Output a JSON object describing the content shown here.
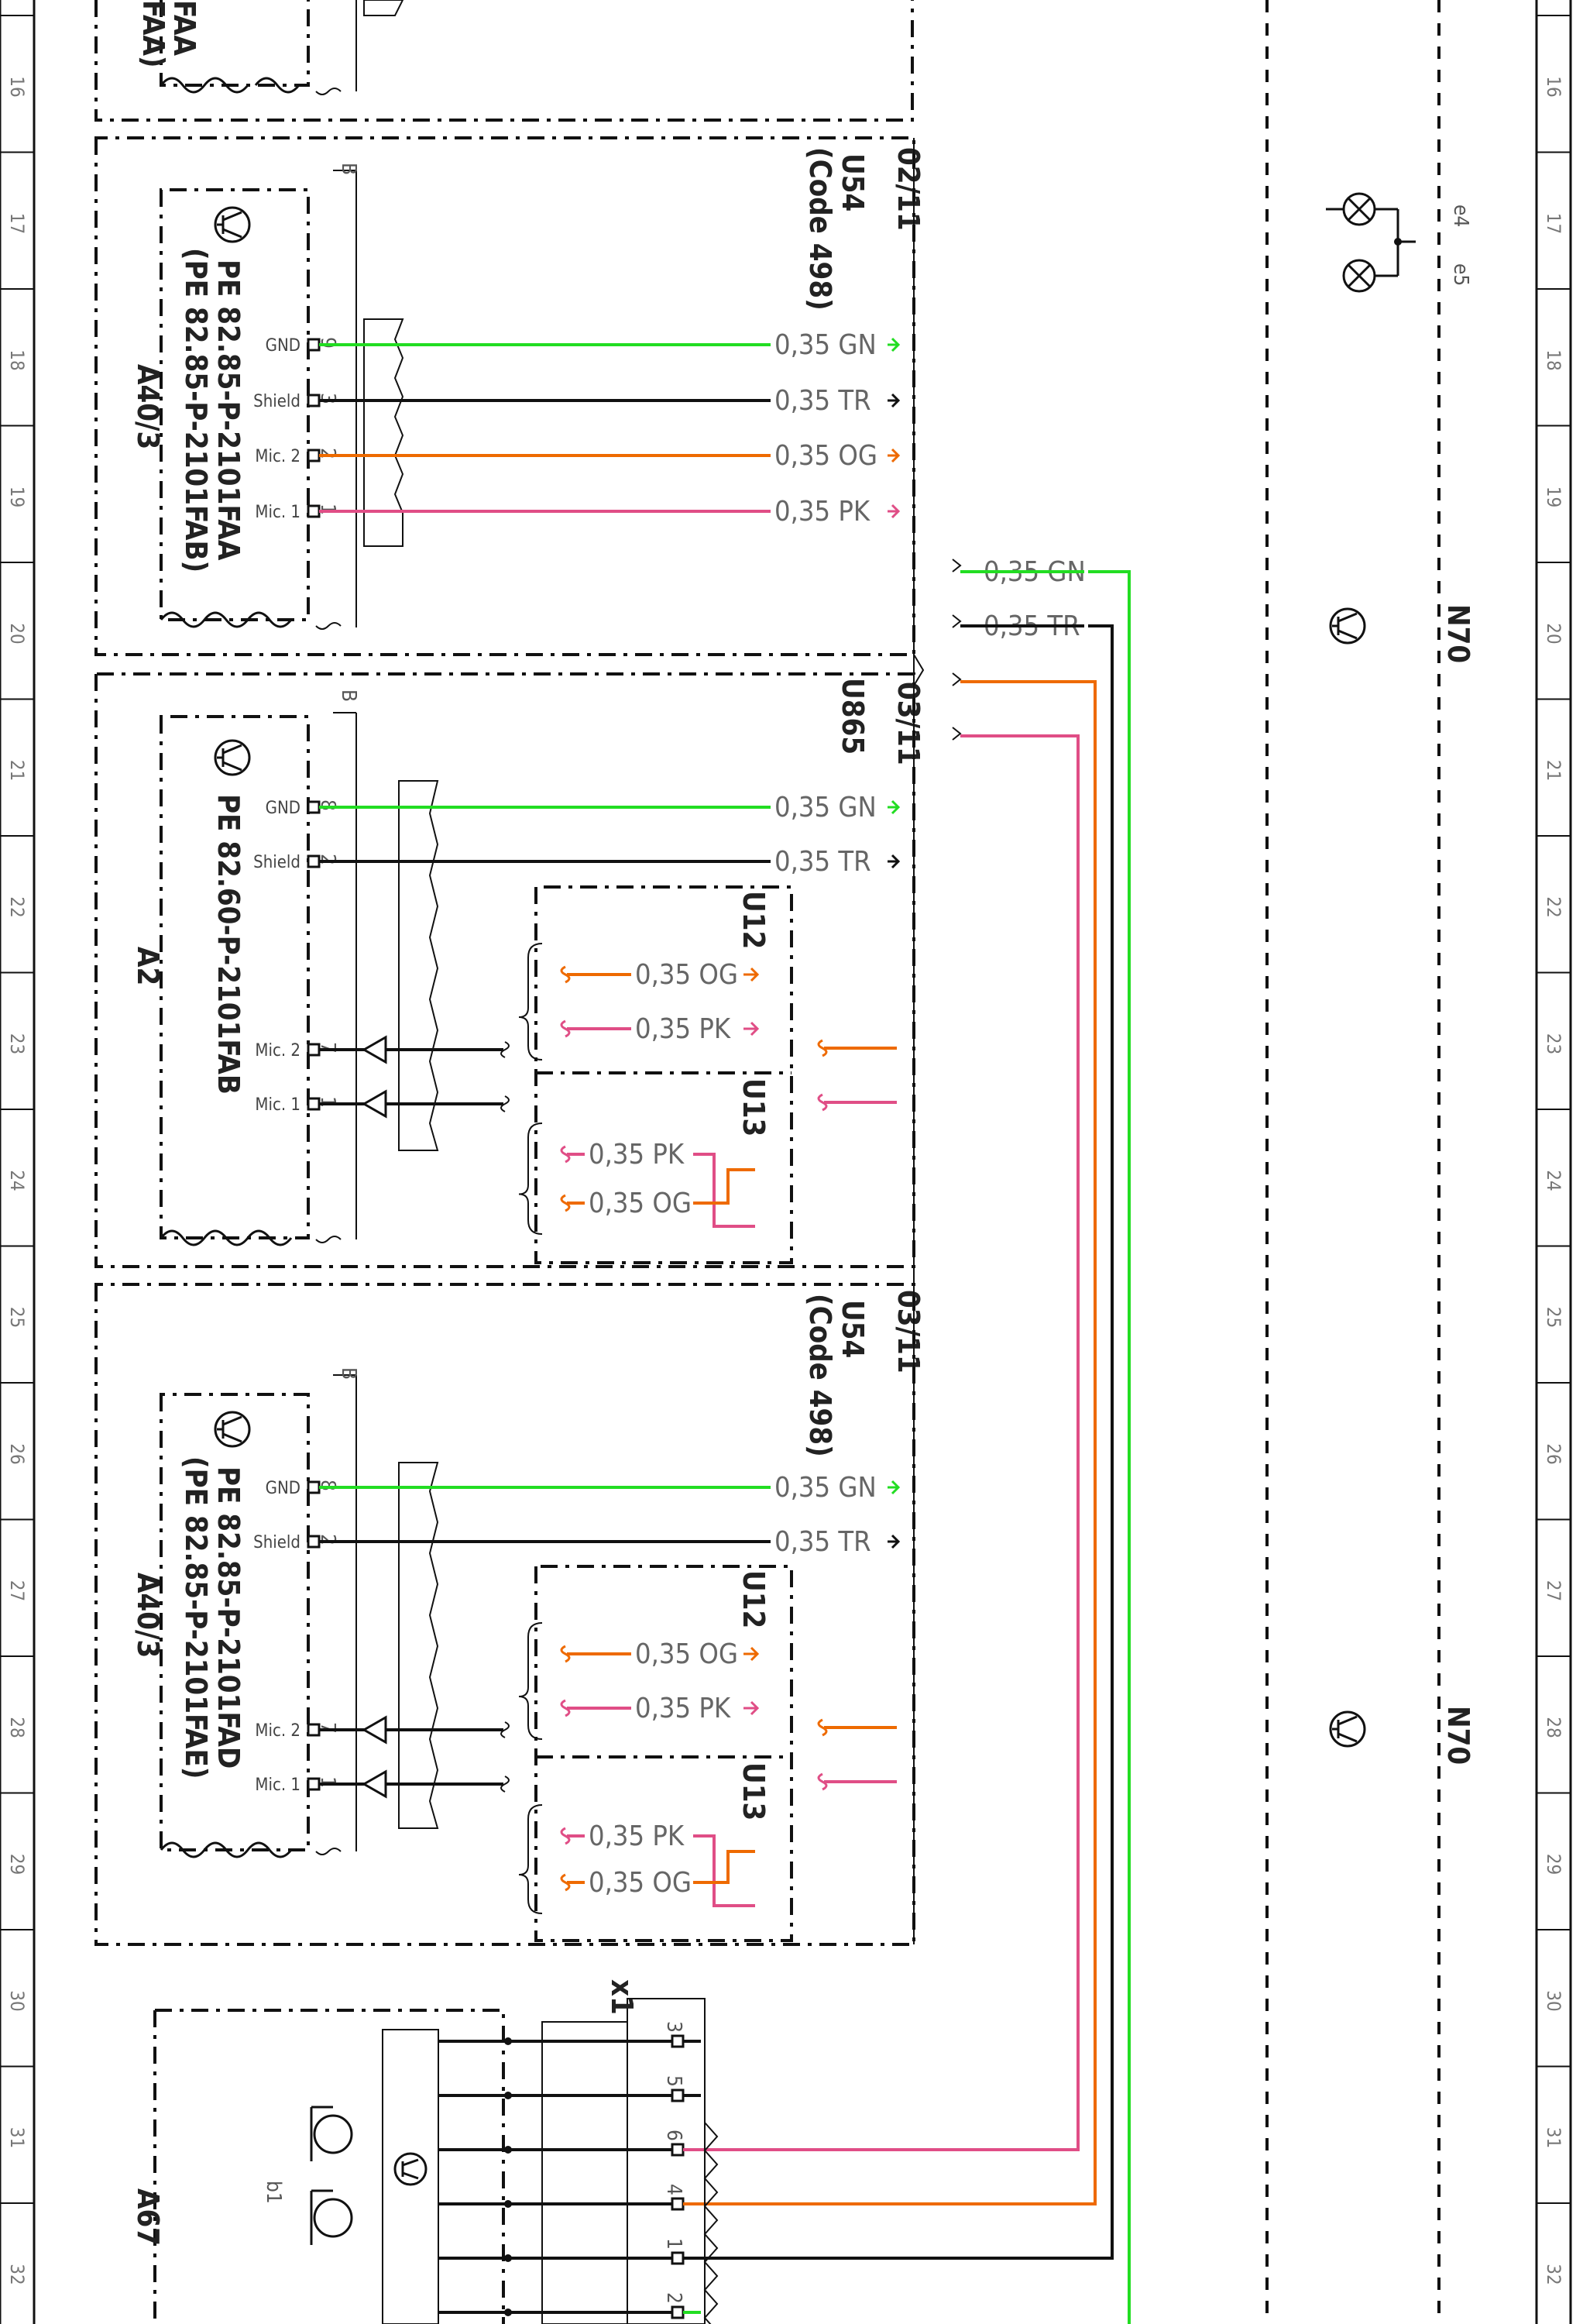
{
  "colors": {
    "GN": "#22dd22",
    "TR": "#111111",
    "OG": "#ee6a00",
    "PK": "#e04e86"
  },
  "ruler": {
    "numbers": [
      "16",
      "17",
      "18",
      "19",
      "20",
      "21",
      "22",
      "23",
      "24",
      "25",
      "26",
      "27",
      "28",
      "29",
      "30",
      "31",
      "32"
    ]
  },
  "side": {
    "e4": "e4",
    "e5": "e5",
    "n70": "N70"
  },
  "partial": {
    "line1": "FAA",
    "line2": "FAA)"
  },
  "section_u54_top": {
    "ref": "02/11",
    "module": "U54",
    "code": "(Code 498)",
    "b": "B",
    "name": "A40/3",
    "pe1": "PE 82.85-P-2101FAA",
    "pe2": "(PE 82.85-P-2101FAB)",
    "pins": [
      {
        "label": "GND",
        "num": "9",
        "wire": "0,35 GN"
      },
      {
        "label": "Shield",
        "num": "3",
        "wire": "0,35 TR"
      },
      {
        "label": "Mic. 2",
        "num": "2",
        "wire": "0,35 OG"
      },
      {
        "label": "Mic. 1",
        "num": "1",
        "wire": "0,35 PK"
      }
    ]
  },
  "section_u865": {
    "ref": "03/11",
    "module": "U865",
    "b": "B",
    "name": "A2",
    "pe1": "PE 82.60-P-2101FAB",
    "pins": [
      {
        "label": "GND",
        "num": "8",
        "wire": "0,35 GN"
      },
      {
        "label": "Shield",
        "num": "2",
        "wire": "0,35 TR"
      },
      {
        "label": "Mic. 2",
        "num": "7"
      },
      {
        "label": "Mic. 1",
        "num": "1"
      }
    ],
    "u12": {
      "name": "U12",
      "w1": "0,35 OG",
      "w2": "0,35 PK"
    },
    "u13": {
      "name": "U13",
      "w1": "0,35 PK",
      "w2": "0,35 OG"
    }
  },
  "section_u54_bottom": {
    "ref": "03/11",
    "module": "U54",
    "code": "(Code 498)",
    "b": "B",
    "name": "A40/3",
    "pe1": "PE 82.85-P-2101FAD",
    "pe2": "(PE 82.85-P-2101FAE)",
    "pins": [
      {
        "label": "GND",
        "num": "8",
        "wire": "0,35 GN"
      },
      {
        "label": "Shield",
        "num": "2",
        "wire": "0,35 TR"
      },
      {
        "label": "Mic. 2",
        "num": "7"
      },
      {
        "label": "Mic. 1",
        "num": "1"
      }
    ],
    "u12": {
      "name": "U12",
      "w1": "0,35 OG",
      "w2": "0,35 PK"
    },
    "u13": {
      "name": "U13",
      "w1": "0,35 PK",
      "w2": "0,35 OG"
    }
  },
  "harness": {
    "gn": "0,35 GN",
    "tr": "0,35 TR"
  },
  "a67": {
    "name": "A67",
    "b1": "b1",
    "x1": "x1",
    "pins": [
      "3",
      "5",
      "6",
      "4",
      "1",
      "2"
    ]
  }
}
